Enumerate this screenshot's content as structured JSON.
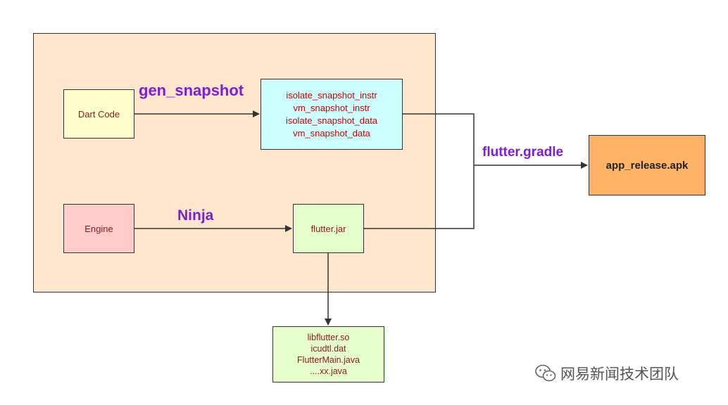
{
  "nodes": {
    "dart_code": "Dart Code",
    "engine": "Engine",
    "snapshot_files": [
      "isolate_snapshot_instr",
      "vm_snapshot_instr",
      "isolate_snapshot_data",
      "vm_snapshot_data"
    ],
    "flutter_jar": "flutter.jar",
    "jar_contents": [
      "libflutter.so",
      "icudtl.dat",
      "FlutterMain.java",
      "....xx.java"
    ],
    "apk": "app_release.apk"
  },
  "edge_labels": {
    "gen_snapshot": "gen_snapshot",
    "ninja": "Ninja",
    "flutter_gradle": "flutter.gradle"
  },
  "watermark": {
    "icon": "wechat-icon",
    "text": "网易新闻技术团队"
  },
  "colors": {
    "container": "#ffe6cc",
    "dart_code": "#ffffcc",
    "engine": "#ffcccc",
    "snapshot": "#ccffff",
    "flutter_jar": "#e6ffcc",
    "apk": "#ffb366",
    "edge_label": "#7a1fd6"
  }
}
